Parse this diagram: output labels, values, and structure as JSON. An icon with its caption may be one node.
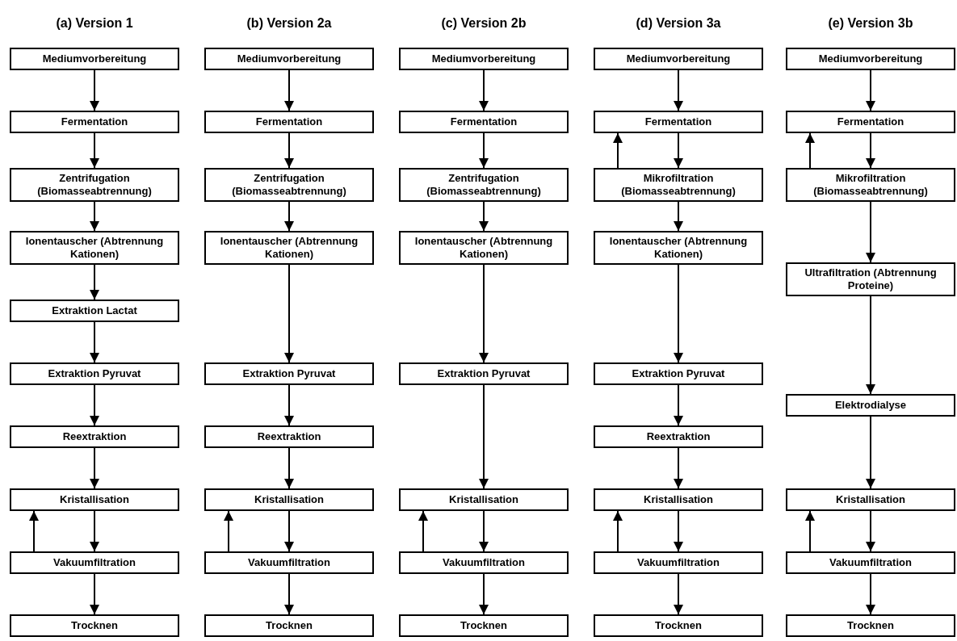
{
  "diagram": {
    "nodes": [
      {
        "text": [
          "Mediumvorbereitung"
        ]
      },
      {
        "text": [
          "Fermentation"
        ]
      },
      {
        "text": [
          "Zentrifugation (Biomasseabtrennung)"
        ]
      },
      {
        "text": [
          "Ionentauscher (Abtrennung Kationen)"
        ]
      },
      {
        "text": [
          "Extraktion Lactat"
        ]
      },
      {
        "text": [
          "Extraktion Pyruvat"
        ]
      },
      {
        "text": [
          "Reextraktion"
        ]
      },
      {
        "text": [
          "Kristallisation"
        ]
      },
      {
        "text": [
          "Vakuumfiltration"
        ]
      },
      {
        "text": [
          "Trocknen"
        ]
      },
      {
        "text": [
          "Mediumvorbereitung"
        ]
      },
      {
        "text": [
          "Fermentation"
        ]
      },
      {
        "text": [
          "Zentrifugation (Biomasseabtrennung)"
        ]
      },
      {
        "text": [
          "Ionentauscher (Abtrennung Kationen)"
        ]
      },
      {
        "text": [
          "Extraktion Pyruvat"
        ]
      },
      {
        "text": [
          "Reextraktion"
        ]
      },
      {
        "text": [
          "Kristallisation"
        ]
      },
      {
        "text": [
          "Vakuumfiltration"
        ]
      },
      {
        "text": [
          "Trocknen"
        ]
      },
      {
        "text": [
          "Mediumvorbereitung"
        ]
      },
      {
        "text": [
          "Fermentation"
        ]
      },
      {
        "text": [
          "Zentrifugation (Biomasseabtrennung)"
        ]
      },
      {
        "text": [
          "Ionentauscher (Abtrennung Kationen)"
        ]
      },
      {
        "text": [
          "Extraktion Pyruvat"
        ]
      },
      {
        "text": [
          "Kristallisation"
        ]
      },
      {
        "text": [
          "Vakuumfiltration"
        ]
      },
      {
        "text": [
          "Trocknen"
        ]
      },
      {
        "text": [
          "Mediumvorbereitung"
        ]
      },
      {
        "text": [
          "Fermentation"
        ]
      },
      {
        "text": [
          "Mikrofiltration (Biomasseabtrennung)"
        ]
      },
      {
        "text": [
          "Ionentauscher (Abtrennung Kationen)"
        ]
      },
      {
        "text": [
          "Extraktion Pyruvat"
        ]
      },
      {
        "text": [
          "Reextraktion"
        ]
      },
      {
        "text": [
          "Kristallisation"
        ]
      },
      {
        "text": [
          "Vakuumfiltration"
        ]
      },
      {
        "text": [
          "Trocknen"
        ]
      },
      {
        "text": [
          "Mediumvorbereitung"
        ]
      },
      {
        "text": [
          "Fermentation"
        ]
      },
      {
        "text": [
          "Mikrofiltration (Biomasseabtrennung)"
        ]
      },
      {
        "text": [
          "Ultrafiltration (Abtrennung Proteine)"
        ]
      },
      {
        "text": [
          "Elektrodialyse"
        ]
      },
      {
        "text": [
          "Kristallisation"
        ]
      },
      {
        "text": [
          "Vakuumfiltration"
        ]
      },
      {
        "text": [
          "Trocknen"
        ]
      }
    ],
    "edges": [
      {
        "from": 0,
        "to": 1,
        "arrow": "to"
      },
      {
        "from": 1,
        "to": 2,
        "arrow": "to"
      },
      {
        "from": 2,
        "to": 3,
        "arrow": "to"
      },
      {
        "from": 3,
        "to": 4,
        "arrow": "to"
      },
      {
        "from": 4,
        "to": 5,
        "arrow": "to"
      },
      {
        "from": 5,
        "to": 6,
        "arrow": "to"
      },
      {
        "from": 6,
        "to": 7,
        "arrow": "to"
      },
      {
        "from": 7,
        "to": 8,
        "arrow": "to"
      },
      {
        "from": 8,
        "to": 7,
        "arrow": "to"
      },
      {
        "from": 8,
        "to": 9,
        "arrow": "to"
      },
      {
        "from": 10,
        "to": 11,
        "arrow": "to"
      },
      {
        "from": 11,
        "to": 12,
        "arrow": "to"
      },
      {
        "from": 12,
        "to": 13,
        "arrow": "to"
      },
      {
        "from": 13,
        "to": 14,
        "arrow": "to"
      },
      {
        "from": 14,
        "to": 15,
        "arrow": "to"
      },
      {
        "from": 15,
        "to": 16,
        "arrow": "to"
      },
      {
        "from": 16,
        "to": 17,
        "arrow": "to"
      },
      {
        "from": 17,
        "to": 16,
        "arrow": "to"
      },
      {
        "from": 17,
        "to": 18,
        "arrow": "to"
      },
      {
        "from": 19,
        "to": 20,
        "arrow": "to"
      },
      {
        "from": 20,
        "to": 21,
        "arrow": "to"
      },
      {
        "from": 21,
        "to": 22,
        "arrow": "to"
      },
      {
        "from": 22,
        "to": 23,
        "arrow": "to"
      },
      {
        "from": 23,
        "to": 24,
        "arrow": "to"
      },
      {
        "from": 24,
        "to": 25,
        "arrow": "to"
      },
      {
        "from": 25,
        "to": 24,
        "arrow": "to"
      },
      {
        "from": 25,
        "to": 26,
        "arrow": "to"
      },
      {
        "from": 27,
        "to": 28,
        "arrow": "to"
      },
      {
        "from": 29,
        "to": 28,
        "arrow": "to"
      },
      {
        "from": 28,
        "to": 29,
        "arrow": "to"
      },
      {
        "from": 29,
        "to": 30,
        "arrow": "to"
      },
      {
        "from": 30,
        "to": 31,
        "arrow": "to"
      },
      {
        "from": 31,
        "to": 32,
        "arrow": "to"
      },
      {
        "from": 32,
        "to": 33,
        "arrow": "to"
      },
      {
        "from": 33,
        "to": 34,
        "arrow": "to"
      },
      {
        "from": 34,
        "to": 33,
        "arrow": "to"
      },
      {
        "from": 34,
        "to": 35,
        "arrow": "to"
      },
      {
        "from": 36,
        "to": 37,
        "arrow": "to"
      },
      {
        "from": 38,
        "to": 37,
        "arrow": "to"
      },
      {
        "from": 37,
        "to": 38,
        "arrow": "to"
      },
      {
        "from": 38,
        "to": 39,
        "arrow": "to"
      },
      {
        "from": 39,
        "to": 40,
        "arrow": "to"
      },
      {
        "from": 40,
        "to": 41,
        "arrow": "to"
      },
      {
        "from": 41,
        "to": 42,
        "arrow": "to"
      },
      {
        "from": 42,
        "to": 41,
        "arrow": "to"
      },
      {
        "from": 42,
        "to": 43,
        "arrow": "to"
      }
    ],
    "labels": [
      "(a) Version 1",
      "(b) Version 2a",
      "(c) Version 2b",
      "(d) Version 3a",
      "(e) Version 3b"
    ]
  }
}
